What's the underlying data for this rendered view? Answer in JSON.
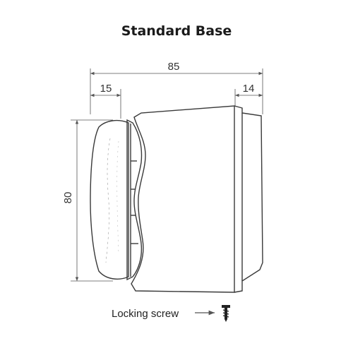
{
  "title": "Standard Base",
  "dimensions": {
    "overall_width": "85",
    "left_depth": "15",
    "right_depth": "14",
    "height": "80"
  },
  "locking_screw": {
    "label": "Locking screw",
    "icon": "screw-icon"
  },
  "colors": {
    "line": "#3a3a3a",
    "dimension": "#555555",
    "background": "#ffffff"
  }
}
